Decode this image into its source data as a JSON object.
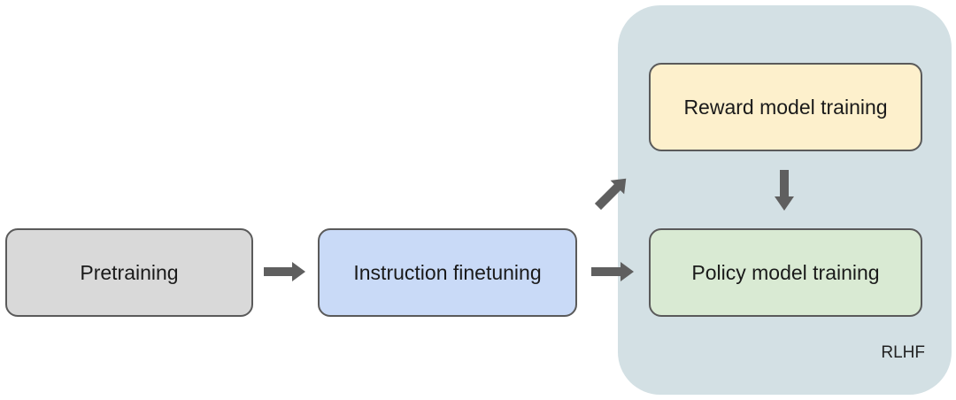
{
  "diagram": {
    "group": {
      "label": "RLHF",
      "color": "#d3e0e4"
    },
    "nodes": {
      "pretraining": {
        "label": "Pretraining",
        "color": "#d9d9d9"
      },
      "instruction_finetuning": {
        "label": "Instruction finetuning",
        "color": "#c9daf7"
      },
      "reward_model_training": {
        "label": "Reward model training",
        "color": "#fdf0cc"
      },
      "policy_model_training": {
        "label": "Policy model training",
        "color": "#d9ead3"
      }
    },
    "edges": [
      {
        "from": "pretraining",
        "to": "instruction_finetuning"
      },
      {
        "from": "instruction_finetuning",
        "to": "reward_model_training"
      },
      {
        "from": "instruction_finetuning",
        "to": "policy_model_training"
      },
      {
        "from": "reward_model_training",
        "to": "policy_model_training"
      }
    ],
    "arrow_color": "#5f5f5f"
  }
}
